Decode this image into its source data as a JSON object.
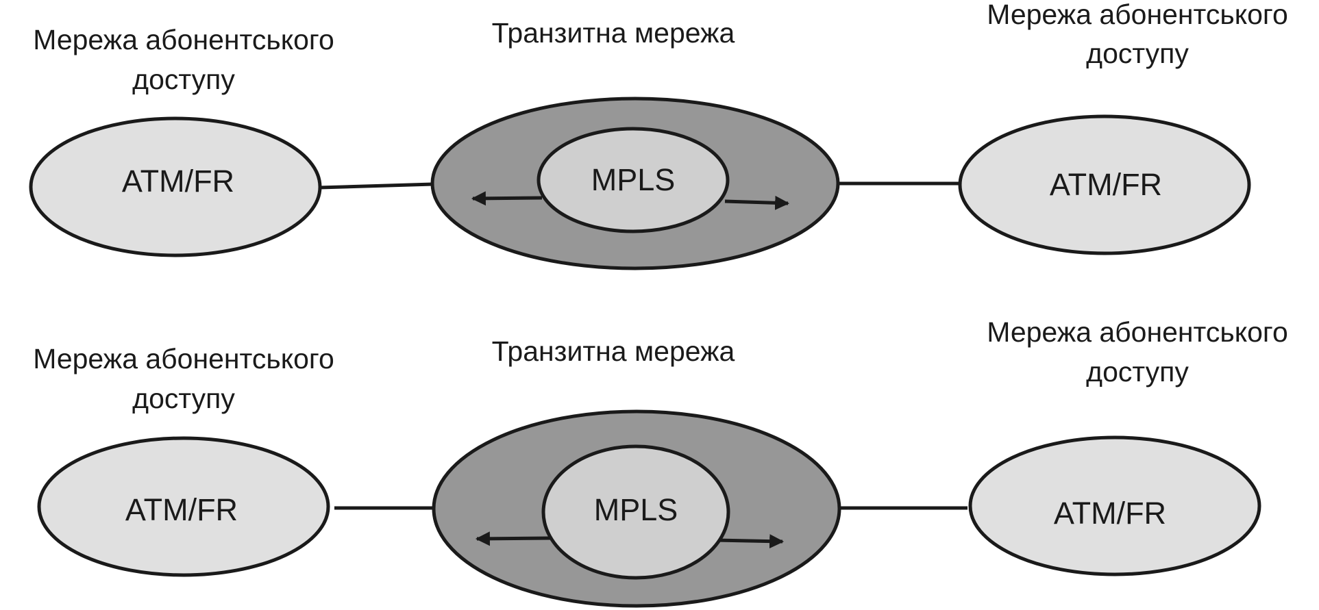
{
  "colors": {
    "access_fill": "#e0e0e0",
    "transit_outer_fill": "#979797",
    "mpls_fill": "#cfcfcf",
    "stroke": "#1a1a1a",
    "background": "#ffffff"
  },
  "diagrams": [
    {
      "left_caption": {
        "line1": "Мережа абонентського",
        "line2": "доступу"
      },
      "center_caption": "Транзитна мережа",
      "right_caption": {
        "line1": "Мережа абонентського",
        "line2": "доступу"
      },
      "left_node": "ATM/FR",
      "center_node": "MPLS",
      "right_node": "ATM/FR"
    },
    {
      "left_caption": {
        "line1": "Мережа абонентського",
        "line2": "доступу"
      },
      "center_caption": "Транзитна мережа",
      "right_caption": {
        "line1": "Мережа абонентського",
        "line2": "доступу"
      },
      "left_node": "ATM/FR",
      "center_node": "MPLS",
      "right_node": "ATM/FR"
    }
  ]
}
